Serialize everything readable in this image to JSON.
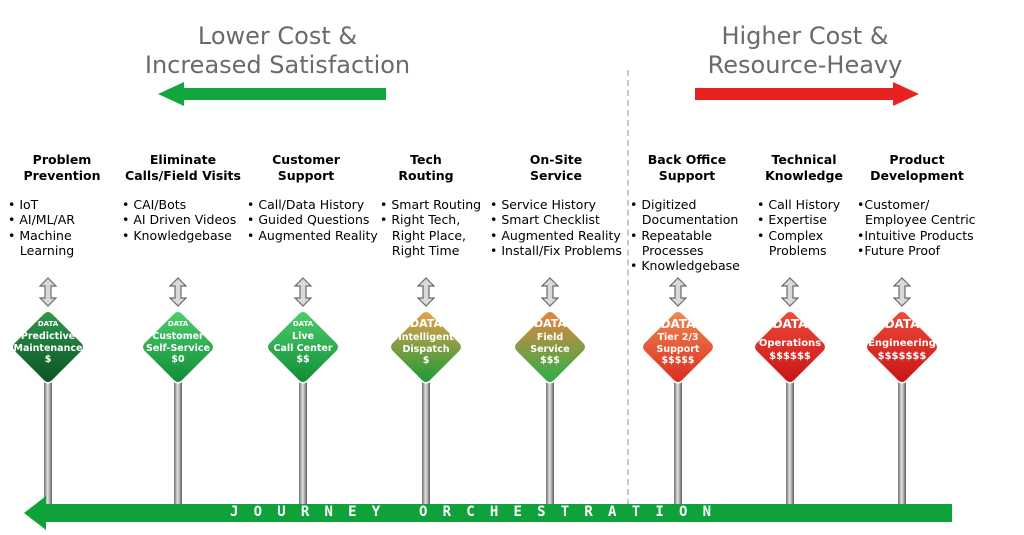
{
  "header": {
    "left_line1": "Lower Cost &",
    "left_line2": "Increased Satisfaction",
    "right_line1": "Higher Cost &",
    "right_line2": "Resource-Heavy"
  },
  "colors": {
    "green": "#12a73e",
    "red": "#e8231f",
    "sign_dark_green": "#0f5f2c",
    "sign_green": "#1ea24b",
    "sign_orange_blend": "#e3823e",
    "sign_red": "#d61e1e",
    "bar_green": "#10a23a"
  },
  "journey": {
    "label": "JOURNEY ORCHESTRATION"
  },
  "columns": [
    {
      "title": [
        "Problem",
        "Prevention"
      ],
      "bullets": [
        "• IoT",
        "• AI/ML/AR",
        "• Machine",
        "   Learning"
      ],
      "sign": {
        "data": "DATA",
        "lines": [
          "Predictive",
          "Maintenance",
          "$"
        ],
        "color": "dark-green"
      }
    },
    {
      "title": [
        "Eliminate",
        "Calls/Field Visits"
      ],
      "bullets": [
        "• CAI/Bots",
        "• AI Driven Videos",
        "• Knowledgebase"
      ],
      "sign": {
        "data": "DATA",
        "lines": [
          "Customer",
          "Self-Service",
          "$0"
        ],
        "color": "green"
      }
    },
    {
      "title": [
        "Customer",
        "Support"
      ],
      "bullets": [
        "• Call/Data History",
        "• Guided Questions",
        "• Augmented Reality"
      ],
      "sign": {
        "data": "DATA",
        "lines": [
          "Live",
          "Call Center",
          "$$"
        ],
        "color": "green"
      }
    },
    {
      "title": [
        "Tech",
        "Routing"
      ],
      "bullets": [
        "• Smart Routing",
        "• Right Tech,",
        "   Right Place,",
        "   Right Time"
      ],
      "sign": {
        "data": "DATA",
        "lines": [
          "Intelligent",
          "Dispatch",
          "$"
        ],
        "color": "green-orange"
      }
    },
    {
      "title": [
        "On-Site",
        "Service"
      ],
      "bullets": [
        "• Service History",
        "• Smart Checklist",
        "• Augmented Reality",
        "• Install/Fix Problems"
      ],
      "sign": {
        "data": "DATA",
        "lines": [
          "Field",
          "Service",
          "$$$"
        ],
        "color": "orange-green"
      }
    },
    {
      "title": [
        "Back Office",
        "Support"
      ],
      "bullets": [
        "• Digitized",
        "   Documentation",
        "• Repeatable",
        "   Processes",
        "• Knowledgebase"
      ],
      "sign": {
        "data": "DATA",
        "lines": [
          "Tier 2/3",
          "Support",
          "$$$$$"
        ],
        "color": "orange-red"
      }
    },
    {
      "title": [
        "Technical",
        "Knowledge"
      ],
      "bullets": [
        "• Call History",
        "• Expertise",
        "• Complex",
        "   Problems"
      ],
      "sign": {
        "data": "DATA",
        "lines": [
          "Operations",
          "$$$$$$"
        ],
        "color": "red"
      }
    },
    {
      "title": [
        "Product",
        "Development"
      ],
      "bullets": [
        "•Customer/",
        "  Employee Centric",
        "•Intuitive Products",
        "•Future Proof"
      ],
      "sign": {
        "data": "DATA",
        "lines": [
          "Engineering",
          "$$$$$$$"
        ],
        "color": "red"
      }
    }
  ]
}
